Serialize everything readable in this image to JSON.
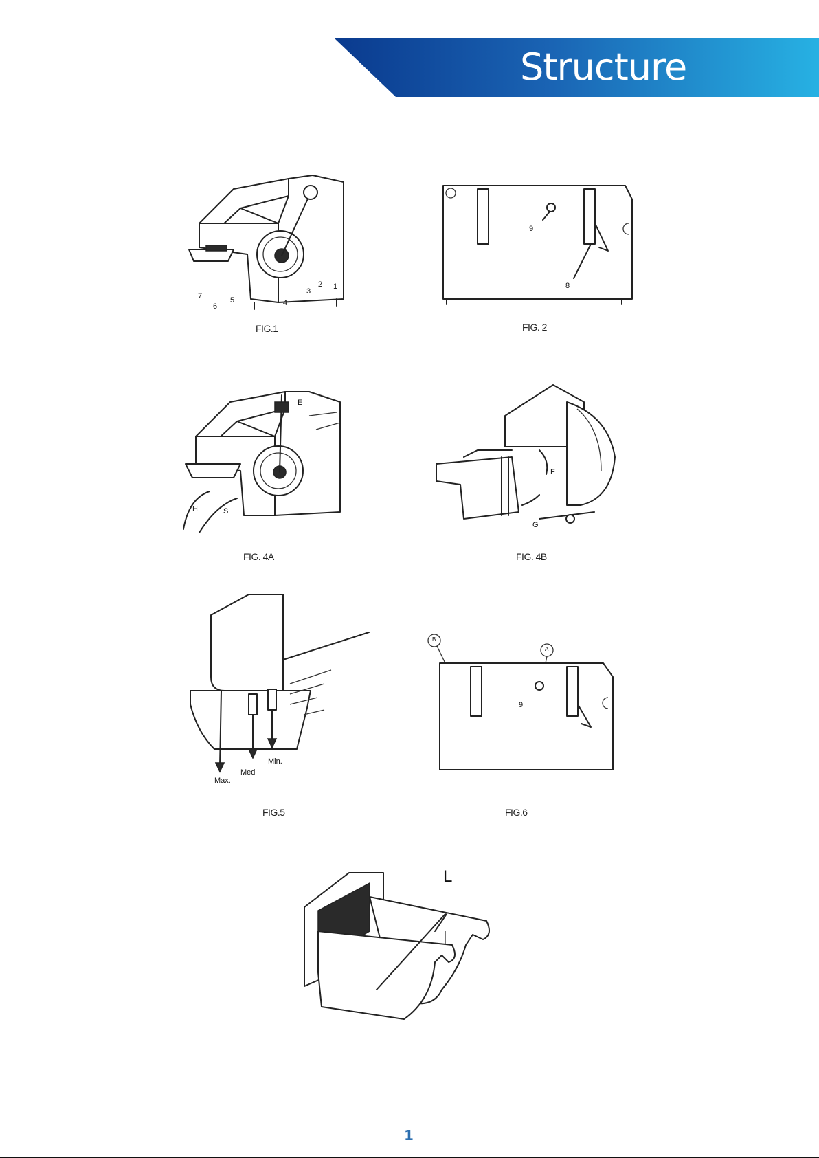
{
  "header": {
    "title": "Structure",
    "accent": "#1a64b4"
  },
  "figures": [
    {
      "caption": "FIG.1",
      "labels": [
        "1",
        "2",
        "3",
        "4",
        "5",
        "6",
        "7"
      ]
    },
    {
      "caption": "FIG. 2",
      "labels": [
        "9",
        "8"
      ]
    },
    {
      "caption": "FIG. 4A",
      "labels": [
        "E",
        "H",
        "S"
      ]
    },
    {
      "caption": "FIG. 4B",
      "labels": [
        "F",
        "G"
      ]
    },
    {
      "caption": "FIG.5",
      "labels": [
        "Max.",
        "Med",
        "Min."
      ]
    },
    {
      "caption": "FIG.6",
      "labels": [
        "B",
        "A",
        "9"
      ]
    },
    {
      "caption": "",
      "labels": [
        "L"
      ]
    }
  ],
  "footer": {
    "page_number": "1"
  }
}
